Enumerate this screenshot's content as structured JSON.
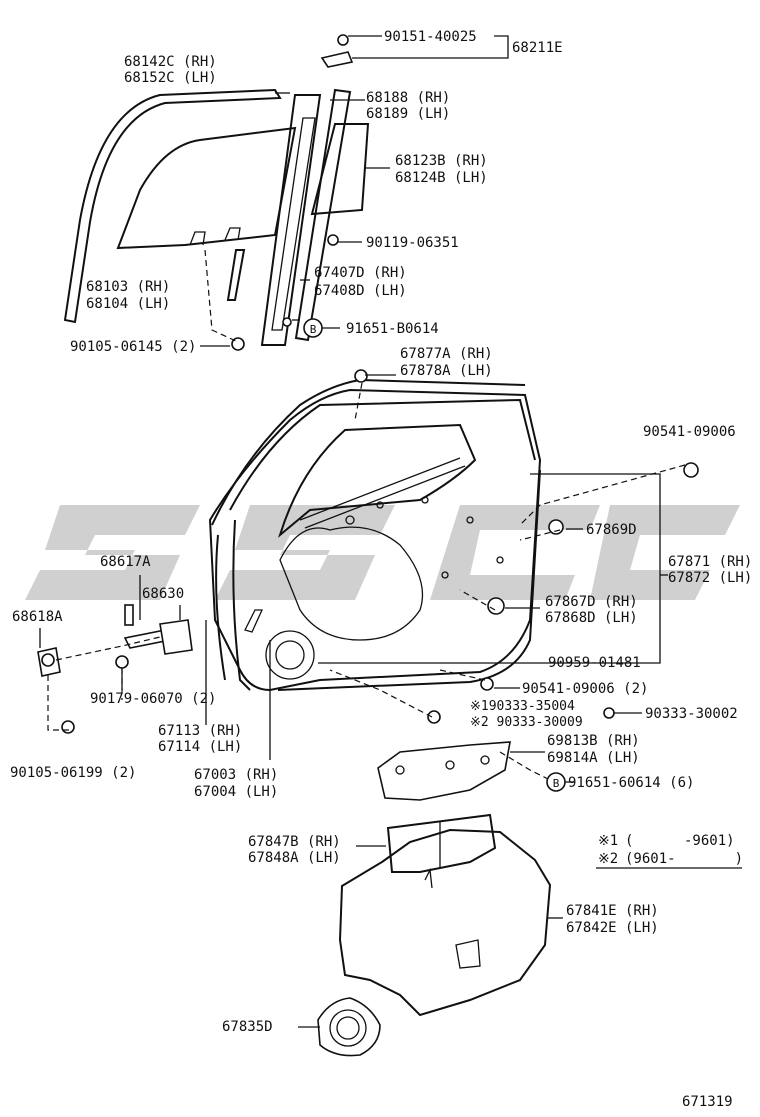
{
  "diagram": {
    "watermark": "SSC",
    "figure_number": "671319",
    "footnote": {
      "row1": {
        "mark": "※1",
        "text": "(      -9601)"
      },
      "row2": {
        "mark": "※2",
        "text": "(9601-       )"
      }
    },
    "labels": {
      "p90151": "90151-40025",
      "p68211E": "68211E",
      "p68142C": "68142C (RH)",
      "p68152C": "68152C (LH)",
      "p68188": "68188 (RH)",
      "p68189": "68189 (LH)",
      "p68123B": "68123B (RH)",
      "p68124B": "68124B (LH)",
      "p90119": "90119-06351",
      "p68103": "68103 (RH)",
      "p68104": "68104 (LH)",
      "p67407D": "67407D (RH)",
      "p67408D": "67408D (LH)",
      "p91651b": "91651-B0614",
      "p90105a": "90105-06145 (2)",
      "p67877A": "67877A (RH)",
      "p67878A": "67878A (LH)",
      "p90541a": "90541-09006",
      "p67869D": "67869D",
      "p68617A": "68617A",
      "p67871": "67871 (RH)",
      "p67872": "67872 (LH)",
      "p68630": "68630",
      "p68618A": "68618A",
      "p67867D": "67867D (RH)",
      "p67868D": "67868D (LH)",
      "p90959": "90959-01481",
      "p90179": "90179-06070 (2)",
      "p90541b": "90541-09006 (2)",
      "p67113": "67113 (RH)",
      "p67114": "67114 (LH)",
      "p90333a": "※190333-35004",
      "p90333b": "※2 90333-30009",
      "p90333c": "90333-30002",
      "p67003": "67003 (RH)",
      "p67004": "67004 (LH)",
      "p69813B": "69813B (RH)",
      "p69814A": "69814A (LH)",
      "p90105b": "90105-06199 (2)",
      "p91651c": "91651-60614 (6)",
      "p67847B": "67847B (RH)",
      "p67848A": "67848A (LH)",
      "p67841E": "67841E (RH)",
      "p67842E": "67842E (LH)",
      "p67835D": "67835D"
    },
    "b_marker": "B"
  }
}
